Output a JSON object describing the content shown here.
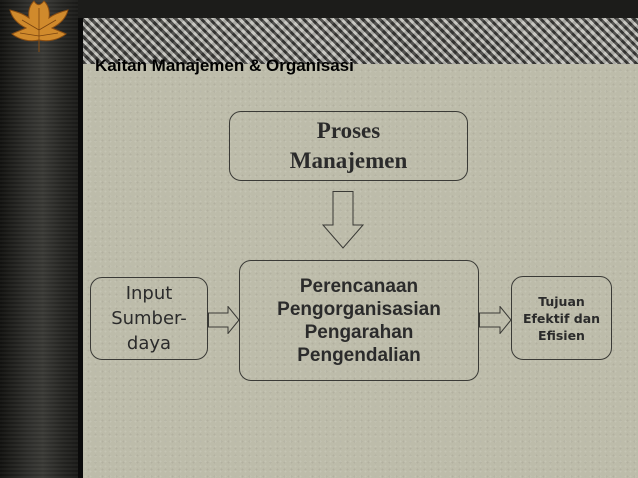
{
  "slide": {
    "title": "Kaitan Manajemen & Organisasi"
  },
  "diagram": {
    "process_box": {
      "lines": [
        "Proses",
        "Manajemen"
      ]
    },
    "functions_box": {
      "lines": [
        "Perencanaan",
        "Pengorganisasian",
        "Pengarahan",
        "Pengendalian"
      ]
    },
    "input_box": {
      "lines": [
        "Input",
        "Sumber-",
        "daya"
      ]
    },
    "goal_box": {
      "lines": [
        "Tujuan",
        "Efektif dan",
        "Efisien"
      ]
    }
  },
  "colors": {
    "content_background": "#bdbcaa",
    "box_border": "#3a3a36",
    "text": "#2b2b2b"
  }
}
